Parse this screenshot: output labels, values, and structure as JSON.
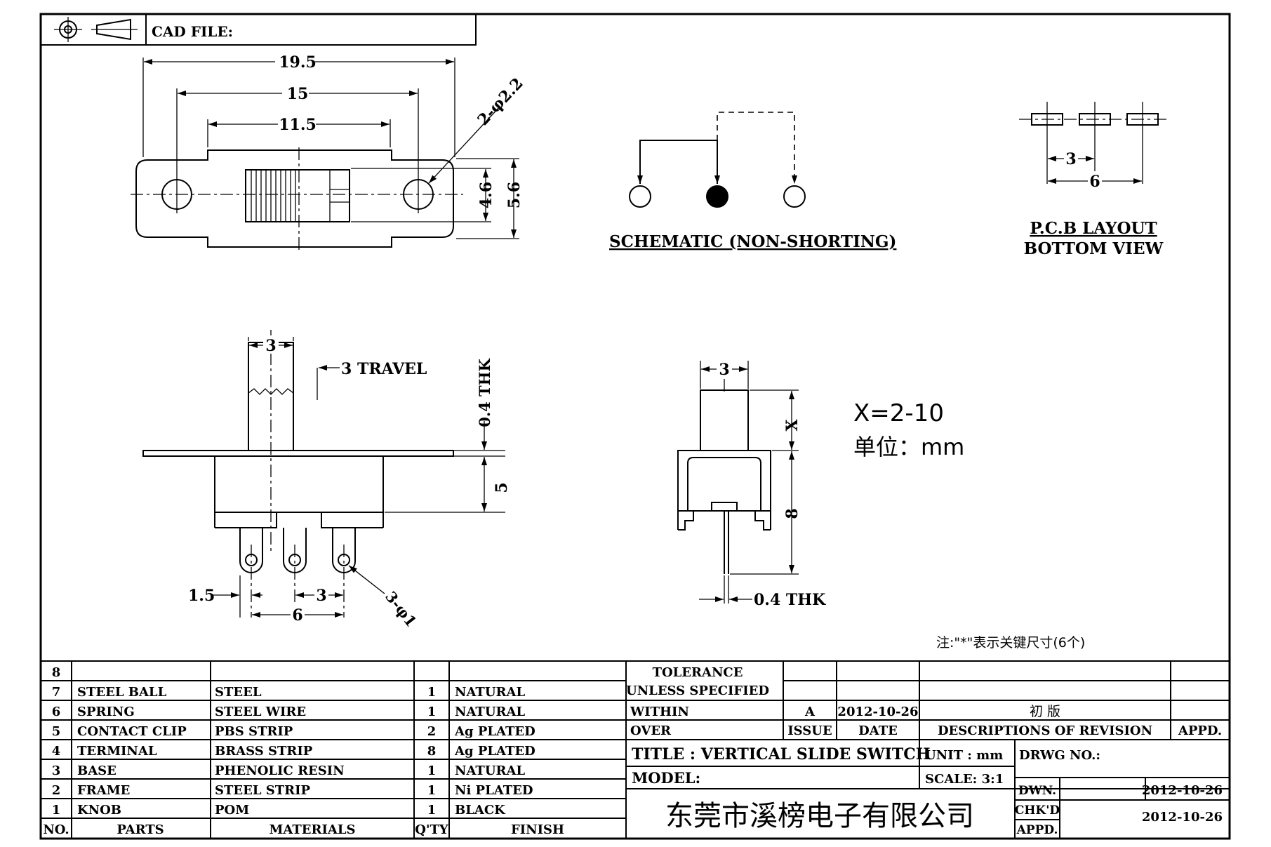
{
  "header": {
    "cad_file_label": "CAD FILE:"
  },
  "top_view": {
    "dim_overall": "19.5",
    "dim_hole_pitch": "15",
    "dim_slot": "11.5",
    "dim_holes": "2-φ2.2",
    "dim_slot_height": "4.6",
    "dim_body_height": "5.6"
  },
  "schematic": {
    "label": "SCHEMATIC (NON-SHORTING)"
  },
  "pcb": {
    "dim_pitch": "3",
    "dim_span": "6",
    "label_line1": "P.C.B LAYOUT",
    "label_line2": "BOTTOM VIEW"
  },
  "side_view": {
    "dim_knob_width": "3",
    "travel_label": "3 TRAVEL",
    "thk_label": "0.4 THK",
    "dim_body_height": "5",
    "dim_pin_offset": "1.5",
    "dim_pin_pitch": "3",
    "dim_pin_span": "6",
    "dim_pin_holes": "3-φ1"
  },
  "end_view": {
    "dim_knob_width": "3",
    "dim_knob_height": "X",
    "dim_height": "8",
    "thk_label": "0.4 THK"
  },
  "notes": {
    "x_range": "X=2-10",
    "unit": "单位：mm",
    "key_dims": "注:\"*\"表示关键尺寸(6个)"
  },
  "bom": {
    "rows": [
      {
        "no": "8",
        "part": "",
        "material": "",
        "qty": "",
        "finish": ""
      },
      {
        "no": "7",
        "part": "STEEL BALL",
        "material": "STEEL",
        "qty": "1",
        "finish": "NATURAL"
      },
      {
        "no": "6",
        "part": "SPRING",
        "material": "STEEL WIRE",
        "qty": "1",
        "finish": "NATURAL"
      },
      {
        "no": "5",
        "part": "CONTACT CLIP",
        "material": "PBS STRIP",
        "qty": "2",
        "finish": "Ag PLATED"
      },
      {
        "no": "4",
        "part": "TERMINAL",
        "material": "BRASS STRIP",
        "qty": "8",
        "finish": "Ag PLATED"
      },
      {
        "no": "3",
        "part": "BASE",
        "material": "PHENOLIC RESIN",
        "qty": "1",
        "finish": "NATURAL"
      },
      {
        "no": "2",
        "part": "FRAME",
        "material": "STEEL STRIP",
        "qty": "1",
        "finish": "Ni PLATED"
      },
      {
        "no": "1",
        "part": "KNOB",
        "material": "POM",
        "qty": "1",
        "finish": "BLACK"
      }
    ],
    "headers": {
      "no": "NO.",
      "part": "PARTS",
      "material": "MATERIALS",
      "qty": "Q'TY",
      "finish": "FINISH"
    }
  },
  "title_block": {
    "tolerance_line1": "TOLERANCE",
    "tolerance_line2": "UNLESS  SPECIFIED",
    "within": "WITHIN",
    "over": "OVER",
    "rev_issue": "A",
    "rev_date": "2012-10-26",
    "rev_desc": "初  版",
    "issue_label": "ISSUE",
    "date_label": "DATE",
    "desc_label": "DESCRIPTIONS OF REVISION",
    "appd_label": "APPD.",
    "title": "TITLE :  VERTICAL SLIDE SWITCH",
    "unit": "UNIT :  mm",
    "drwg_no": "DRWG NO.:",
    "model": "MODEL:",
    "scale": "SCALE:  3:1",
    "dwn_label": "DWN.",
    "dwn_date": "2012-10-26",
    "company": "东莞市溪榜电子有限公司",
    "chkd_label": "CHK'D",
    "chkd_date": "2012-10-26",
    "appd2_label": "APPD."
  }
}
